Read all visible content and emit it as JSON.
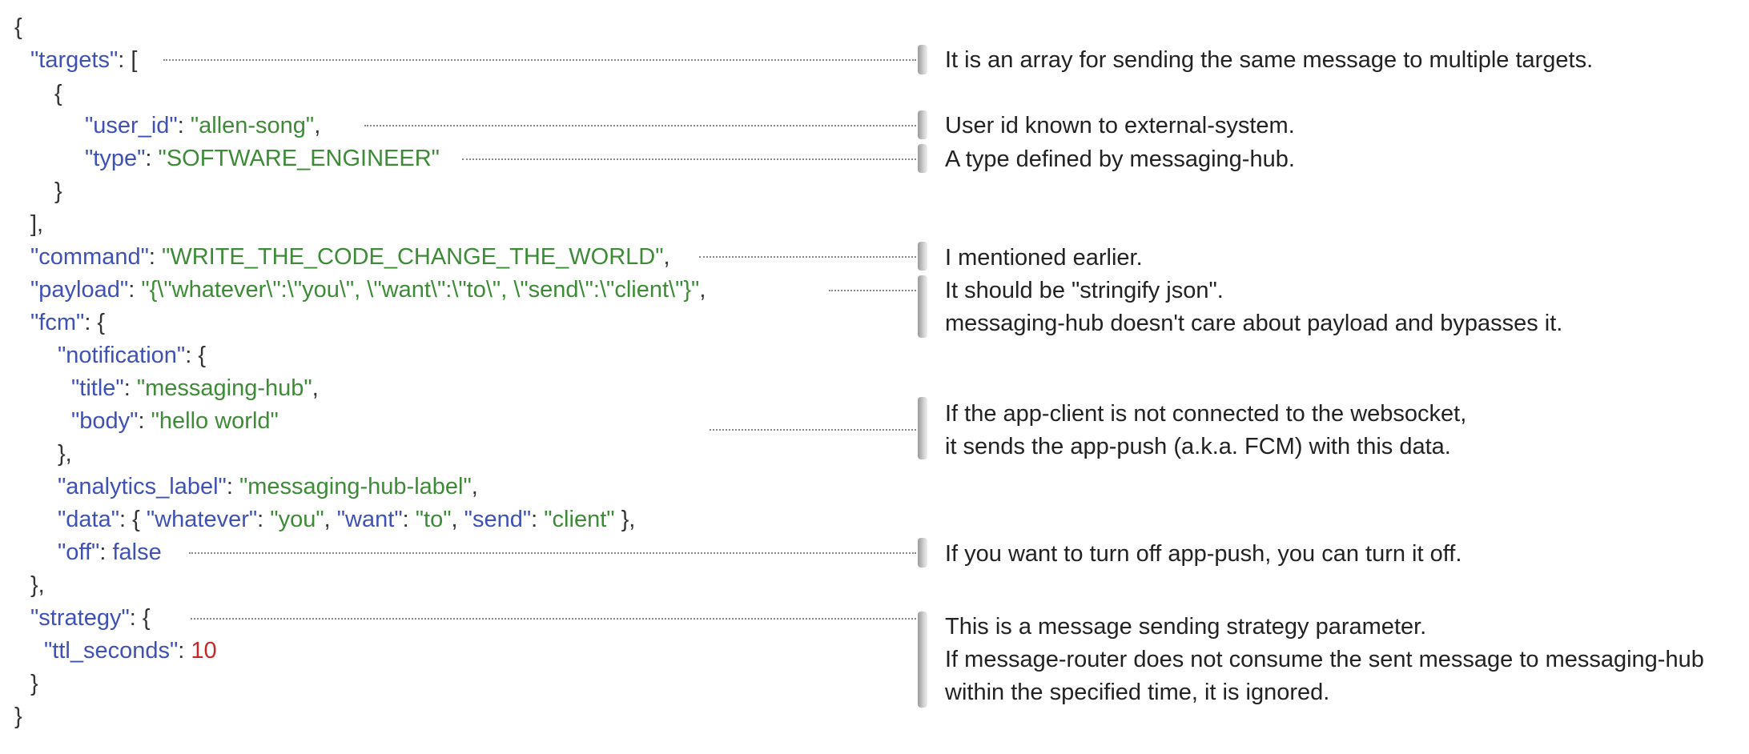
{
  "code": {
    "l1_open": "{",
    "targets_key": "\"targets\"",
    "targets_open": ": [",
    "target_obj_open": "{",
    "user_id_key": "\"user_id\"",
    "user_id_val": "\"allen-song\"",
    "type_key": "\"type\"",
    "type_val": "\"SOFTWARE_ENGINEER\"",
    "target_obj_close": "}",
    "targets_close": "],",
    "command_key": "\"command\"",
    "command_val": "\"WRITE_THE_CODE_CHANGE_THE_WORLD\"",
    "payload_key": "\"payload\"",
    "payload_val": "\"{\\\"whatever\\\":\\\"you\\\", \\\"want\\\":\\\"to\\\", \\\"send\\\":\\\"client\\\"}\"",
    "fcm_key": "\"fcm\"",
    "fcm_open": ": {",
    "notification_key": "\"notification\"",
    "notification_open": ": {",
    "title_key": "\"title\"",
    "title_val": "\"messaging-hub\"",
    "body_key": "\"body\"",
    "body_val": "\"hello world\"",
    "notification_close": "},",
    "analytics_key": "\"analytics_label\"",
    "analytics_val": "\"messaging-hub-label\"",
    "data_key": "\"data\"",
    "data_whatever_key": "\"whatever\"",
    "data_whatever_val": "\"you\"",
    "data_want_key": "\"want\"",
    "data_want_val": "\"to\"",
    "data_send_key": "\"send\"",
    "data_send_val": "\"client\"",
    "off_key": "\"off\"",
    "off_val": "false",
    "fcm_close": "},",
    "strategy_key": "\"strategy\"",
    "strategy_open": ": {",
    "ttl_key": "\"ttl_seconds\"",
    "ttl_val": "10",
    "strategy_close": "}",
    "root_close": "}"
  },
  "annotations": {
    "targets": "It is an array for sending the same message to multiple targets.",
    "user_id": "User id known to external-system.",
    "type": "A type defined by messaging-hub.",
    "command": "I mentioned earlier.",
    "payload_1": "It should be \"stringify json\".",
    "payload_2": "messaging-hub doesn't care about payload and bypasses it.",
    "fcm_1": "If the app-client is not connected to the websocket,",
    "fcm_2": "it sends the app-push (a.k.a. FCM) with this data.",
    "off": "If you want to turn off app-push, you can turn it off.",
    "strategy_1": "This is a message sending strategy parameter.",
    "strategy_2": "If message-router does not consume the sent message to messaging-hub",
    "strategy_3": "within the specified time, it is ignored."
  },
  "colors": {
    "key": "#3f51b5",
    "string": "#3d8b37",
    "number": "#c62828",
    "punctuation": "#333333"
  }
}
